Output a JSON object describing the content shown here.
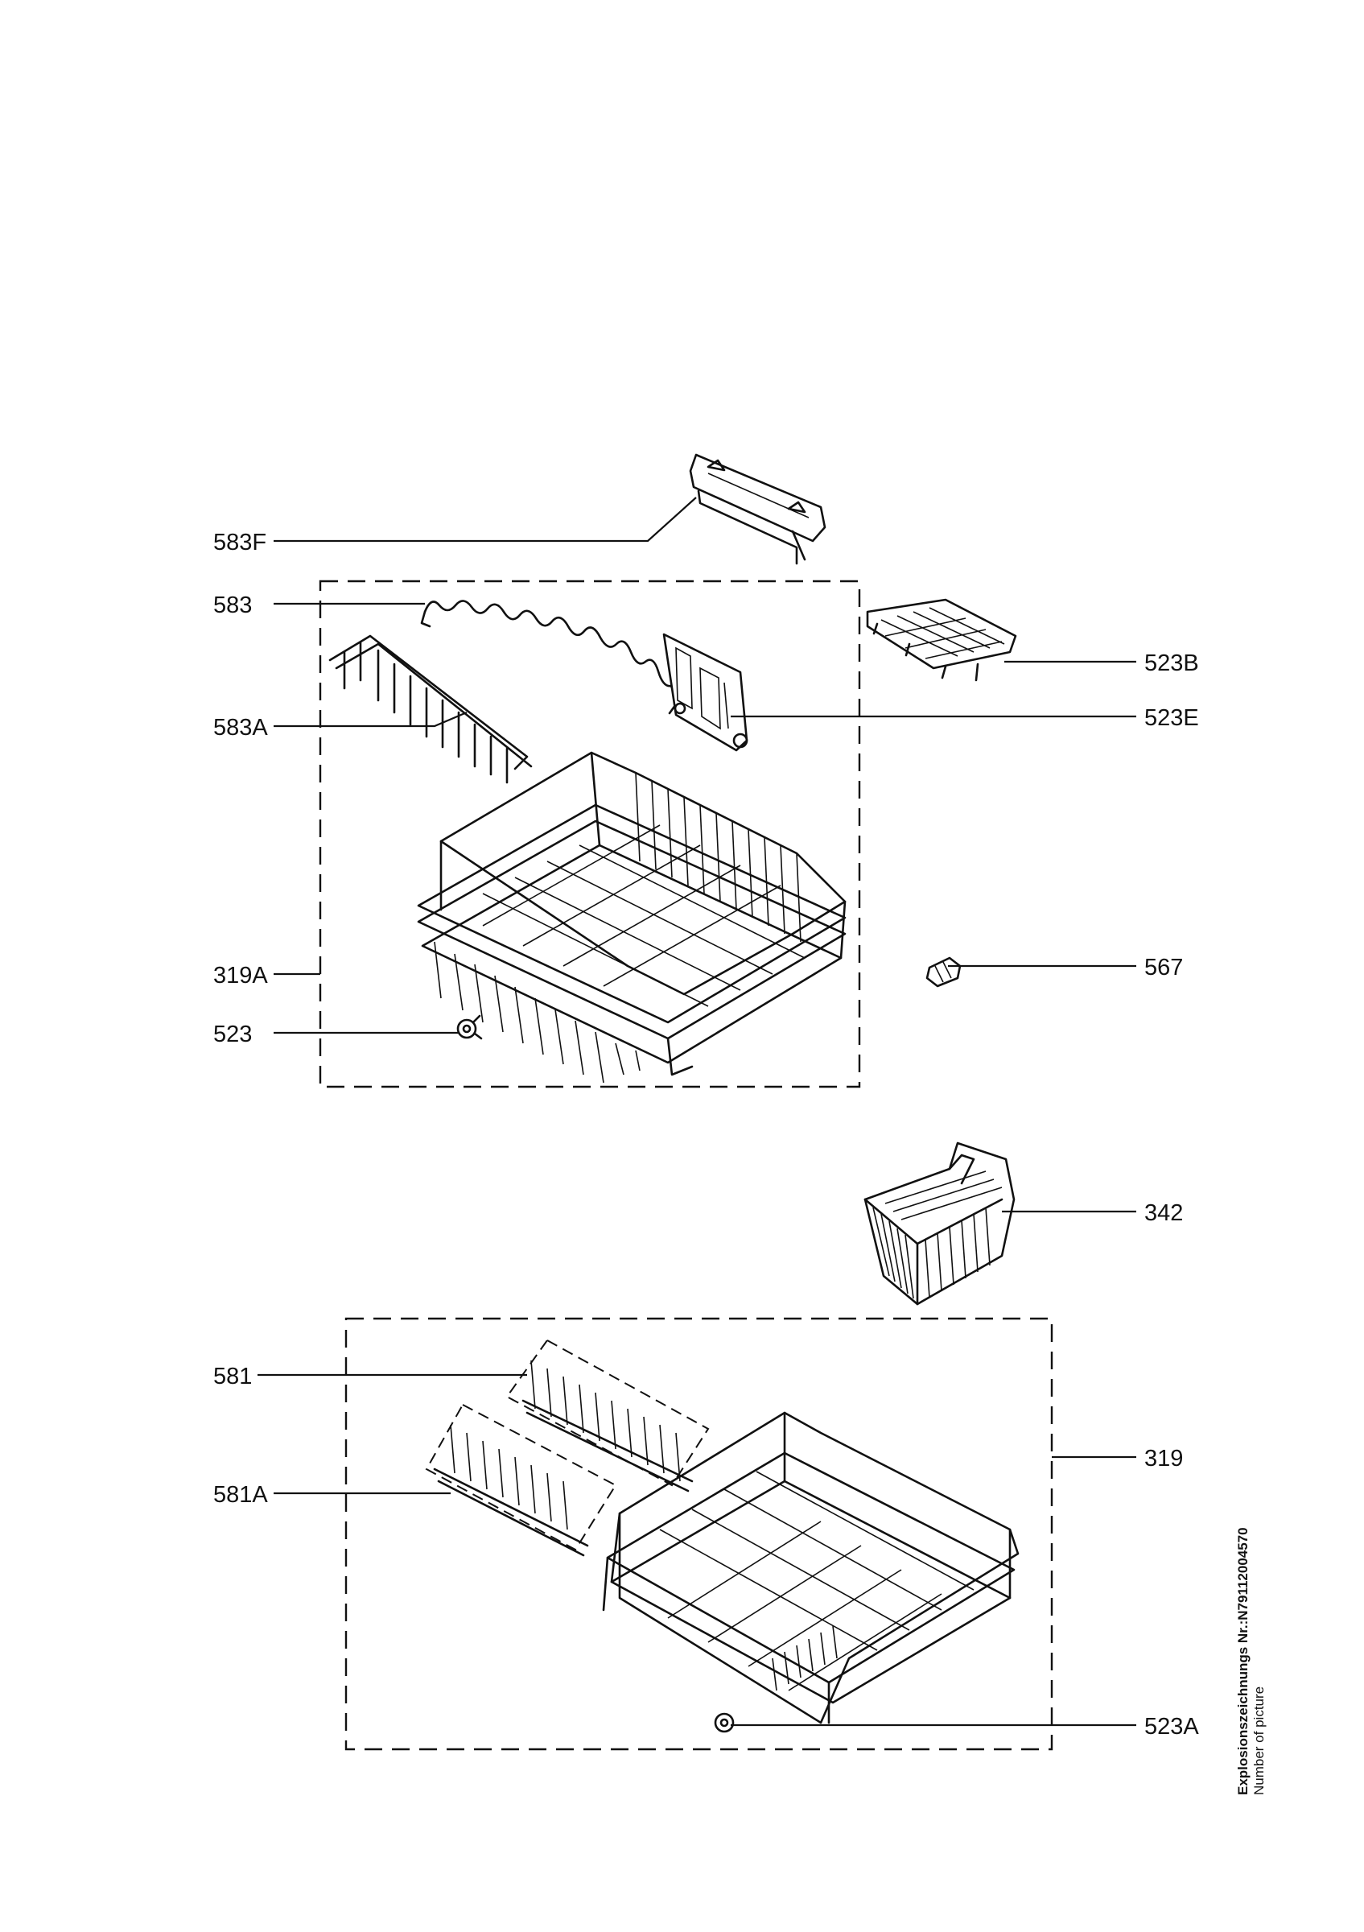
{
  "callouts": [
    {
      "id": "583F",
      "label": "583F"
    },
    {
      "id": "583",
      "label": "583"
    },
    {
      "id": "583A",
      "label": "583A"
    },
    {
      "id": "523B",
      "label": "523B"
    },
    {
      "id": "523E",
      "label": "523E"
    },
    {
      "id": "319A",
      "label": "319A"
    },
    {
      "id": "523",
      "label": "523"
    },
    {
      "id": "567",
      "label": "567"
    },
    {
      "id": "342",
      "label": "342"
    },
    {
      "id": "581",
      "label": "581"
    },
    {
      "id": "581A",
      "label": "581A"
    },
    {
      "id": "319",
      "label": "319"
    },
    {
      "id": "523A",
      "label": "523A"
    }
  ],
  "side_note": {
    "drawing_number": "Explosionszeichnungs Nr.:N7911200457​0",
    "caption": "Number of picture"
  }
}
